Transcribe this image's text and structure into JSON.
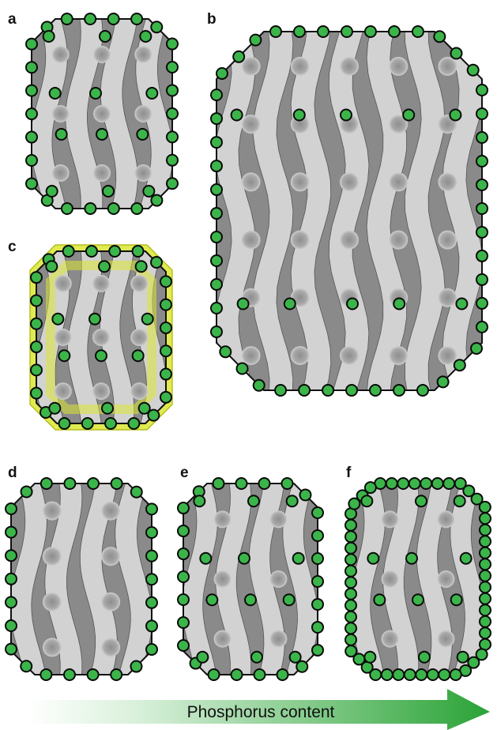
{
  "panels": [
    {
      "id": "a",
      "label": "a"
    },
    {
      "id": "b",
      "label": "b"
    },
    {
      "id": "c",
      "label": "c"
    },
    {
      "id": "d",
      "label": "d"
    },
    {
      "id": "e",
      "label": "e"
    },
    {
      "id": "f",
      "label": "f"
    }
  ],
  "arrow": {
    "label": "Phosphorus content"
  },
  "colors": {
    "particle_fill": "#3bb54a",
    "particle_stroke": "#0a0a0a",
    "body_dark": "#8a8a8a",
    "body_light": "#d2d2d2",
    "highlight_ring": "#dbe632",
    "arrow_start": "#ffffff",
    "arrow_end": "#2aa336"
  }
}
